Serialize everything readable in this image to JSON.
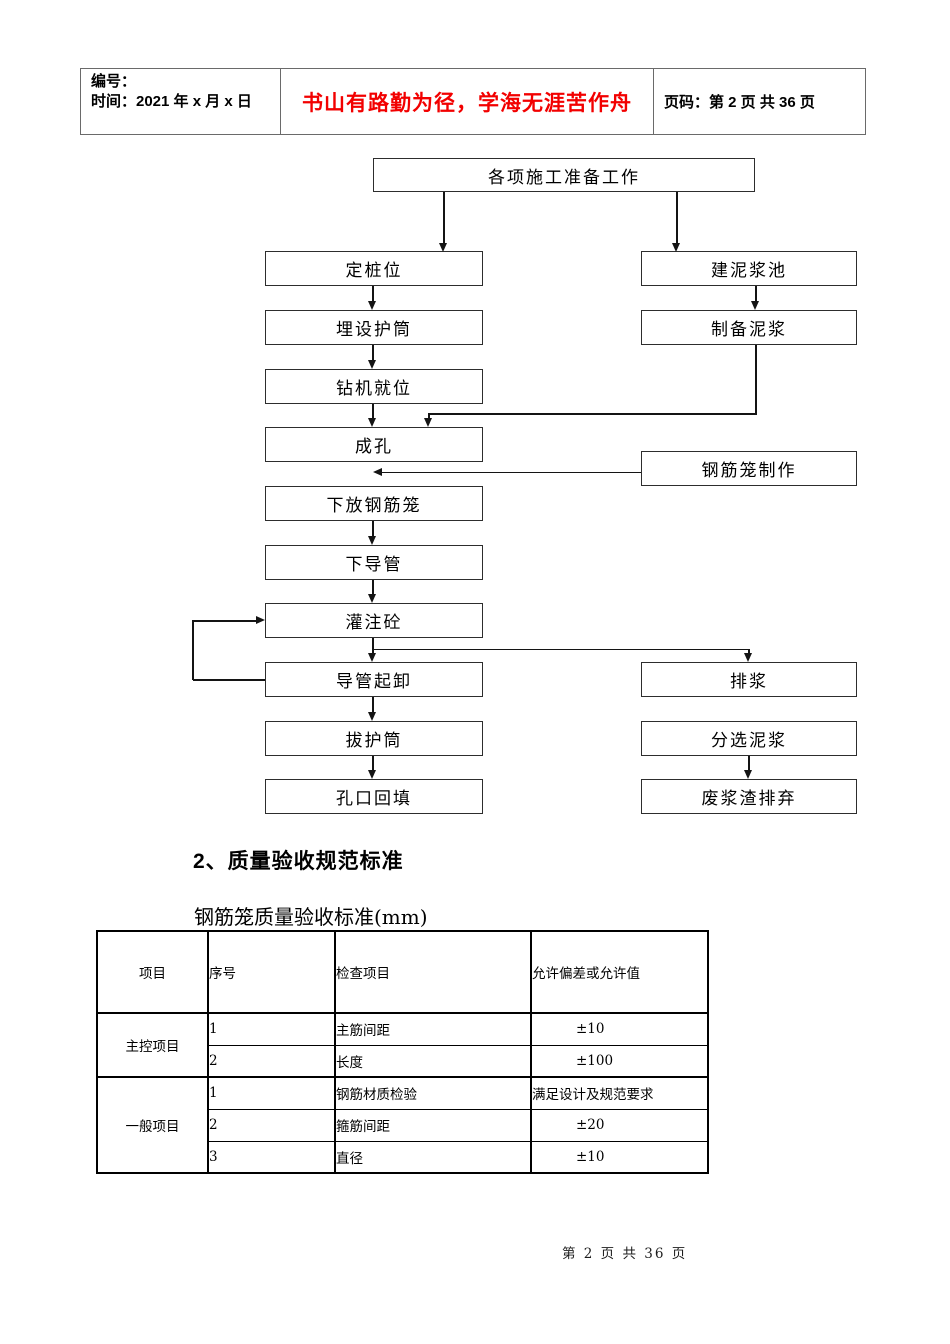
{
  "header": {
    "number_label": "编号：",
    "time_label": "时间：2021 年 x 月 x 日",
    "slogan": "书山有路勤为径，学海无涯苦作舟",
    "page_label": "页码：第 2 页  共 36 页"
  },
  "colors": {
    "slogan_red": "#f20000",
    "text": "#000000",
    "line": "#141414"
  },
  "flowchart": {
    "nodes": {
      "prep": "各项施工准备工作",
      "set_pile": "定桩位",
      "build_mud_pool": "建泥浆池",
      "bury_casing": "埋设护筒",
      "prepare_mud": "制备泥浆",
      "drill_in_place": "钻机就位",
      "drilling": "成孔",
      "cage_fabrication": "钢筋笼制作",
      "lower_cage": "下放钢筋笼",
      "lower_tremie": "下导管",
      "pour_concrete": "灌注砼",
      "tremie_lift": "导管起卸",
      "discharge_slurry": "排浆",
      "pull_casing": "拔护筒",
      "sort_slurry": "分选泥浆",
      "backfill": "孔口回填",
      "waste_disposal": "废浆渣排弃"
    }
  },
  "section": {
    "heading": "2、质量验收规范标准",
    "table_title": "钢筋笼质量验收标准(mm)"
  },
  "table": {
    "headers": [
      "项目",
      "序号",
      "检查项目",
      "允许偏差或允许值"
    ],
    "groups": [
      {
        "name": "主控项目",
        "rows": [
          [
            "1",
            "主筋间距",
            "±10"
          ],
          [
            "2",
            "长度",
            "±100"
          ]
        ]
      },
      {
        "name": "一般项目",
        "rows": [
          [
            "1",
            "钢筋材质检验",
            "满足设计及规范要求"
          ],
          [
            "2",
            "箍筋间距",
            "±20"
          ],
          [
            "3",
            "直径",
            "±10"
          ]
        ]
      }
    ]
  },
  "footer": {
    "page_info": "第 2 页 共 36 页"
  }
}
